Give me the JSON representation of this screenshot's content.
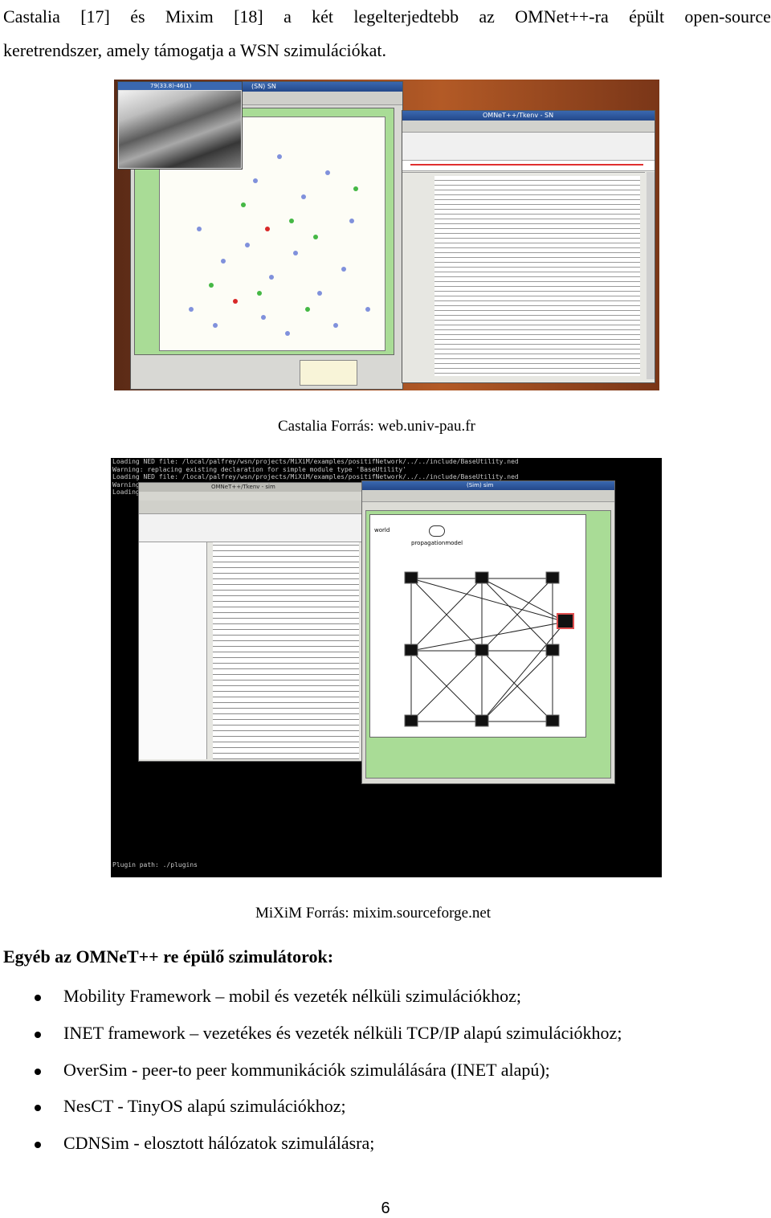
{
  "intro": {
    "line1_words": [
      "Castalia",
      "[17]",
      "és",
      "Mixim",
      "[18]",
      "a",
      "két",
      "legelterjedtebb",
      "az",
      "OMNet++-ra",
      "épült",
      "open-source"
    ],
    "line2": "keretrendszer, amely támogatja a WSN szimulációkat."
  },
  "figure1": {
    "sn_title": "(SN) SN",
    "tkenv_title": "OMNeT++/Tkenv - SN",
    "photo_title": "79(33.8)-46(1)",
    "caption": "Castalia Forrás: web.univ-pau.fr"
  },
  "figure2": {
    "log_line": "Loading NED file: /local/palfrey/wsn/projects/MiXiM/examples/positifNetwork/../../include/BaseUtility.ned",
    "warning_line": "Warning: replacing existing declaration for simple module type 'BaseUtility'",
    "tkenv_title": "OMNeT++/Tkenv - sim",
    "sim_title": "(Sim) sim",
    "world_label": "world",
    "propagation_label": "propagationmodel",
    "plugin_line": "Plugin path: ./plugins",
    "caption": "MiXiM Forrás: mixim.sourceforge.net"
  },
  "heading": "Egyéb az OMNeT++ re épülő szimulátorok:",
  "bullets": [
    "Mobility Framework – mobil és vezeték nélküli szimulációkhoz;",
    "INET framework – vezetékes és vezeték nélküli TCP/IP alapú szimulációkhoz;",
    "OverSim -  peer-to peer kommunikációk szimulálására (INET alapú);",
    "NesCT - TinyOS alapú szimulációkhoz;",
    "CDNSim - elosztott hálózatok szimulálásra;"
  ],
  "page_number": "6"
}
